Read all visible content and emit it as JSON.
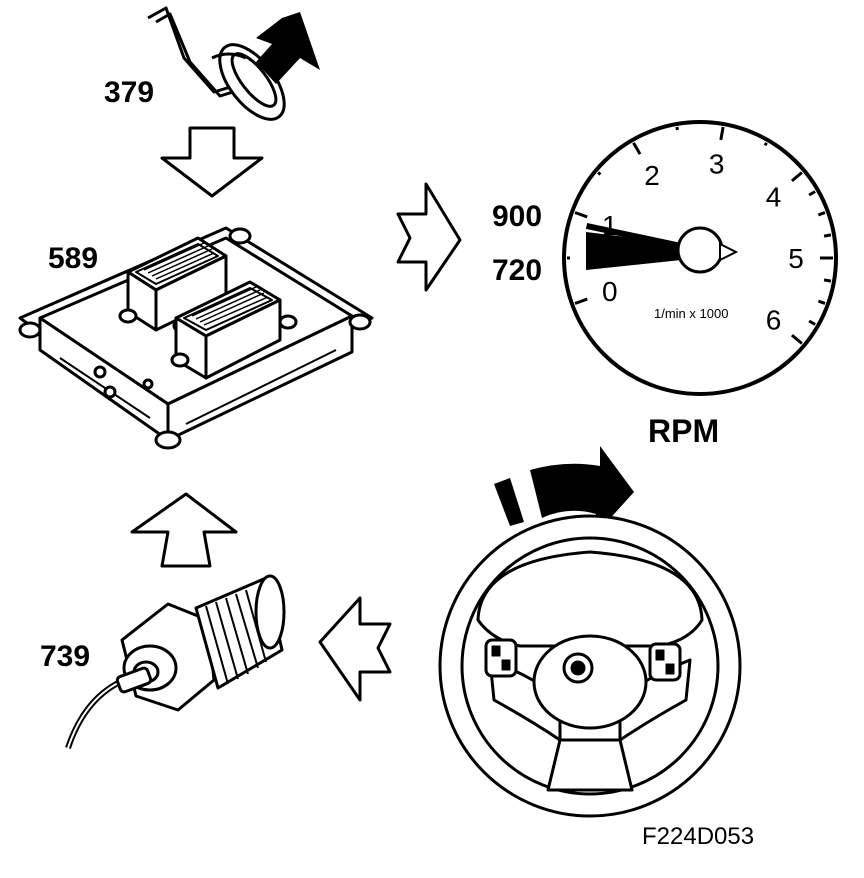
{
  "labels": {
    "pedal_switch": "379",
    "control_module": "589",
    "temp_sensor": "739",
    "rpm_high": "900",
    "rpm_low": "720",
    "rpm_title": "RPM",
    "figure_code": "F224D053"
  },
  "gauge": {
    "numerals": [
      "0",
      "1",
      "2",
      "3",
      "4",
      "5",
      "6"
    ],
    "unit": "1/min x 1000",
    "needle_value": 0.8
  },
  "colors": {
    "ink": "#000000",
    "paper": "#ffffff"
  }
}
